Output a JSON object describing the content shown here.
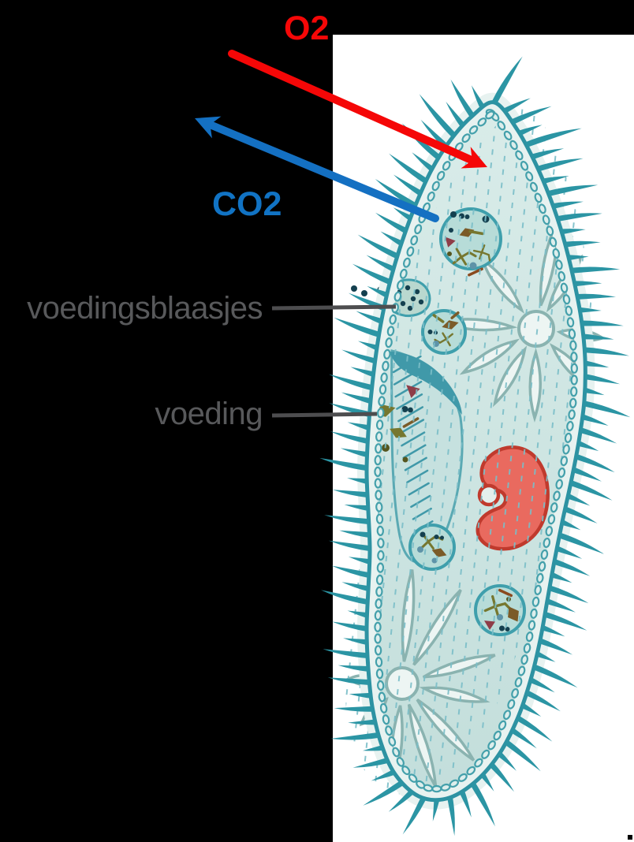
{
  "labels": {
    "o2": {
      "text": "O2",
      "color": "#f50707"
    },
    "co2": {
      "text": "CO2",
      "color": "#1173c4"
    },
    "food_vacuoles": {
      "text": "voedingsblaasjes",
      "color": "#58595b"
    },
    "food": {
      "text": "voeding",
      "color": "#58595b"
    }
  },
  "arrows": {
    "o2": {
      "color": "#f50707",
      "direction": "into-cell"
    },
    "co2": {
      "color": "#1470c2",
      "direction": "out-of-cell"
    }
  },
  "palette": {
    "background": "#000000",
    "panel": "#ffffff",
    "membrane": "#2d92a2",
    "cilia": "#2b95a4",
    "cytoplasm_top": "#d9ece9",
    "cytoplasm_bottom": "#c3dedb",
    "inner_band": "#e7f2f0",
    "ring_stroke": "#44a0ab",
    "ring_fill": "#ddeeec",
    "dash": "#7bbec8",
    "star_stroke": "#8ab3b0",
    "star_fill": "#edf5f3",
    "groove_fill": "#c6e1df",
    "groove_stroke": "#5aa9b3",
    "groove_lip": "#4099a9",
    "nucleus_fill": "#e96a5f",
    "nucleus_stroke": "#c03a2d",
    "micronucleus_fill": "#e3efed",
    "vacuole_fill": "#b7dcd8",
    "vacuole_stroke": "#3f9fac",
    "drop_fill": "#b9d8cf",
    "label_line": "#4d4d4f",
    "food_olive": "#76772f",
    "food_dark_olive": "#55561f",
    "food_brown": "#7b5b28",
    "food_red_brown": "#8a4a1f",
    "food_navy": "#14404f",
    "food_maroon": "#8e3d48",
    "food_teal_gray": "#5e93a8"
  }
}
